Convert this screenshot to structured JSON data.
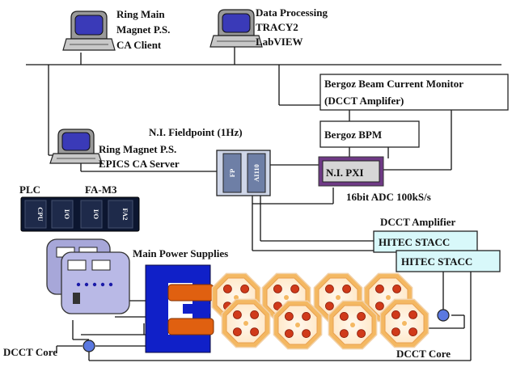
{
  "labels": {
    "ring_main_client": [
      "Ring Main",
      "Magnet P.S.",
      "CA Client"
    ],
    "data_processing": [
      "Data Processing",
      "TRACY2",
      "LabVIEW"
    ],
    "bergoz_bcm": [
      "Bergoz Beam Current Monitor",
      "(DCCT Amplifer)"
    ],
    "bergoz_bpm": "Bergoz BPM",
    "ni_fieldpoint": "N.I. Fieldpoint (1Hz)",
    "ni_pxi": "N.I. PXI",
    "adc": "16bit ADC 100kS/s",
    "ring_magnet_server": [
      "Ring Magnet P.S.",
      "EPICS CA Server"
    ],
    "plc": "PLC",
    "fa_m3": "FA-M3",
    "main_power_supplies": "Main Power Supplies",
    "dcct_amplifier": "DCCT Amplifier",
    "hitec_stacc_1": "HITEC STACC",
    "hitec_stacc_2": "HITEC STACC",
    "dcct_core_left": "DCCT Core",
    "dcct_core_right": "DCCT Core"
  },
  "fieldpoint_modules": [
    "FP",
    "AI110"
  ],
  "plc_modules": [
    "CPU",
    "I/O",
    "I/O",
    "FA2"
  ],
  "colors": {
    "monitor_screen": "#3a3ab8",
    "plc_body": "#0c1630",
    "supply_body": "#b9b9e6",
    "magnet_blue": "#1020c8",
    "magnet_orange": "#e06010",
    "octagon_fill": "#fff0dc",
    "octagon_ring": "#f4b862",
    "stacc_fill": "#d8f8fa",
    "pxi_border": "#7a2e8a"
  }
}
